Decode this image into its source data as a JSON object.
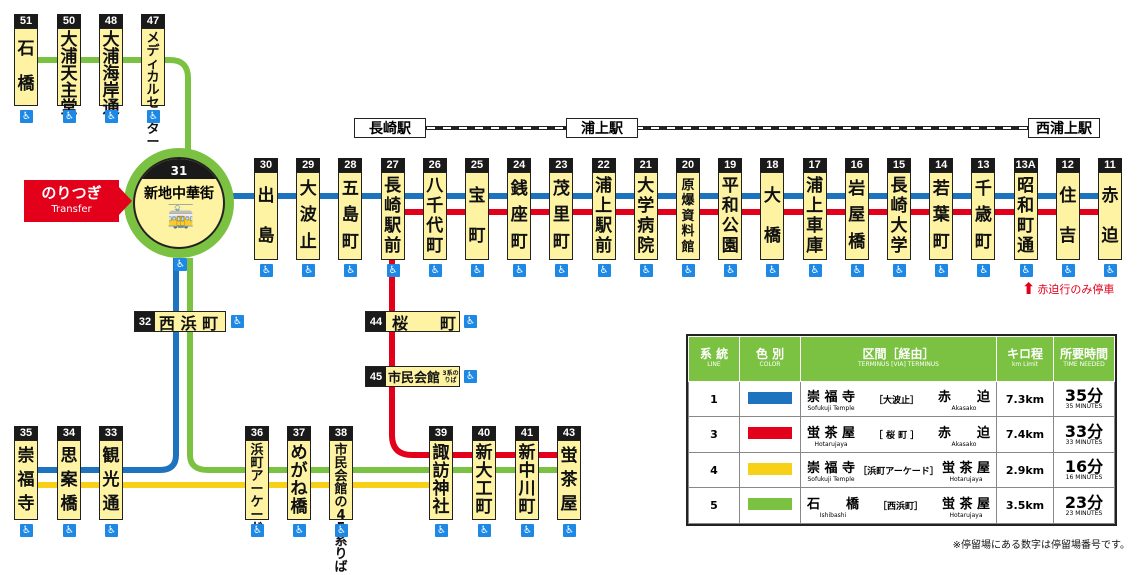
{
  "colors": {
    "line1": "#1e73be",
    "line3": "#e3001b",
    "line4": "#f7d117",
    "line5": "#7cc242",
    "station_fill": "#fdf3a2"
  },
  "rail": {
    "nagasaki": "長崎駅",
    "urakami": "浦上駅",
    "nishiurakami": "西浦上駅"
  },
  "hub": {
    "num": "31",
    "name": "新地中華街",
    "icon": "tram-icon"
  },
  "transfer": {
    "ja": "のりつぎ",
    "en": "Transfer"
  },
  "top_stations": [
    {
      "num": "51",
      "name": [
        "石",
        "橋"
      ]
    },
    {
      "num": "50",
      "name": [
        "大",
        "浦",
        "天",
        "主",
        "堂"
      ]
    },
    {
      "num": "48",
      "name": [
        "大",
        "浦",
        "海",
        "岸",
        "通"
      ]
    },
    {
      "num": "47",
      "name": [
        "メ",
        "デ",
        "ィ",
        "カ",
        "ル",
        "セ",
        "ン",
        "タ",
        "ー"
      ]
    }
  ],
  "main_stations": [
    {
      "num": "30",
      "name": [
        "出",
        "島"
      ]
    },
    {
      "num": "29",
      "name": [
        "大",
        "波",
        "止"
      ]
    },
    {
      "num": "28",
      "name": [
        "五",
        "島",
        "町"
      ]
    },
    {
      "num": "27",
      "name": [
        "長",
        "崎",
        "駅",
        "前"
      ]
    },
    {
      "num": "26",
      "name": [
        "八",
        "千",
        "代",
        "町"
      ]
    },
    {
      "num": "25",
      "name": [
        "宝",
        "町"
      ]
    },
    {
      "num": "24",
      "name": [
        "銭",
        "座",
        "町"
      ]
    },
    {
      "num": "23",
      "name": [
        "茂",
        "里",
        "町"
      ]
    },
    {
      "num": "22",
      "name": [
        "浦",
        "上",
        "駅",
        "前"
      ]
    },
    {
      "num": "21",
      "name": [
        "大",
        "学",
        "病",
        "院"
      ]
    },
    {
      "num": "20",
      "name": [
        "原",
        "爆",
        "資",
        "料",
        "館"
      ]
    },
    {
      "num": "19",
      "name": [
        "平",
        "和",
        "公",
        "園"
      ]
    },
    {
      "num": "18",
      "name": [
        "大",
        "橋"
      ]
    },
    {
      "num": "17",
      "name": [
        "浦",
        "上",
        "車",
        "庫"
      ]
    },
    {
      "num": "16",
      "name": [
        "岩",
        "屋",
        "橋"
      ]
    },
    {
      "num": "15",
      "name": [
        "長",
        "崎",
        "大",
        "学"
      ]
    },
    {
      "num": "14",
      "name": [
        "若",
        "葉",
        "町"
      ]
    },
    {
      "num": "13",
      "name": [
        "千",
        "歳",
        "町"
      ]
    },
    {
      "num": "13A",
      "name": [
        "昭",
        "和",
        "町",
        "通"
      ]
    },
    {
      "num": "12",
      "name": [
        "住",
        "吉"
      ]
    },
    {
      "num": "11",
      "name": [
        "赤",
        "迫"
      ]
    }
  ],
  "akasako_note": "赤迫行のみ停車",
  "mid_stations": [
    {
      "num": "32",
      "name": "西 浜 町"
    },
    {
      "num": "44",
      "name": "桜　　町"
    },
    {
      "num": "45",
      "name": "市民会館",
      "sub": "3系のりば"
    }
  ],
  "bottom_stations": [
    {
      "num": "35",
      "name": [
        "崇",
        "福",
        "寺"
      ]
    },
    {
      "num": "34",
      "name": [
        "思",
        "案",
        "橋"
      ]
    },
    {
      "num": "33",
      "name": [
        "観",
        "光",
        "通"
      ]
    },
    {
      "num": "36",
      "name": [
        "浜",
        "町",
        "ア",
        "ー",
        "ケ",
        "ー",
        "ド"
      ]
    },
    {
      "num": "37",
      "name": [
        "め",
        "が",
        "ね",
        "橋"
      ]
    },
    {
      "num": "38",
      "name": [
        "市",
        "民",
        "会",
        "館",
        "の",
        "4",
        "5",
        "系",
        "り",
        "ば"
      ]
    },
    {
      "num": "39",
      "name": [
        "諏",
        "訪",
        "神",
        "社"
      ]
    },
    {
      "num": "40",
      "name": [
        "新",
        "大",
        "工",
        "町"
      ]
    },
    {
      "num": "41",
      "name": [
        "新",
        "中",
        "川",
        "町"
      ]
    },
    {
      "num": "43",
      "name": [
        "蛍",
        "茶",
        "屋"
      ]
    }
  ],
  "legend": {
    "headers": {
      "line": "系 統",
      "line_en": "LINE",
      "color": "色 別",
      "color_en": "COLOR",
      "route": "区間［経由］",
      "route_en": "TERMINUS [VIA] TERMINUS",
      "km": "キロ程",
      "km_en": "km Limit",
      "time": "所要時間",
      "time_en": "TIME NEEDED"
    },
    "rows": [
      {
        "line": "1",
        "color": "#1e73be",
        "from": "崇 福 寺",
        "from_en": "Sofukuji Temple",
        "via": "［大波止］",
        "to": "赤　　迫",
        "to_en": "Akasako",
        "km": "7.3km",
        "time": "35分",
        "time_en": "35 MINUTES"
      },
      {
        "line": "3",
        "color": "#e3001b",
        "from": "蛍 茶 屋",
        "from_en": "Hotarujaya",
        "via": "［ 桜 町 ］",
        "to": "赤　　迫",
        "to_en": "Akasako",
        "km": "7.4km",
        "time": "33分",
        "time_en": "33 MINUTES"
      },
      {
        "line": "4",
        "color": "#f7d117",
        "from": "崇 福 寺",
        "from_en": "Sofukuji Temple",
        "via": "［浜町アーケード］",
        "to": "蛍 茶 屋",
        "to_en": "Hotarujaya",
        "km": "2.9km",
        "time": "16分",
        "time_en": "16 MINUTES"
      },
      {
        "line": "5",
        "color": "#7cc242",
        "from": "石　　橋",
        "from_en": "Ishibashi",
        "via": "［西浜町］",
        "to": "蛍 茶 屋",
        "to_en": "Hotarujaya",
        "km": "3.5km",
        "time": "23分",
        "time_en": "23 MINUTES"
      }
    ]
  },
  "footnote": "※停留場にある数字は停留場番号です。"
}
